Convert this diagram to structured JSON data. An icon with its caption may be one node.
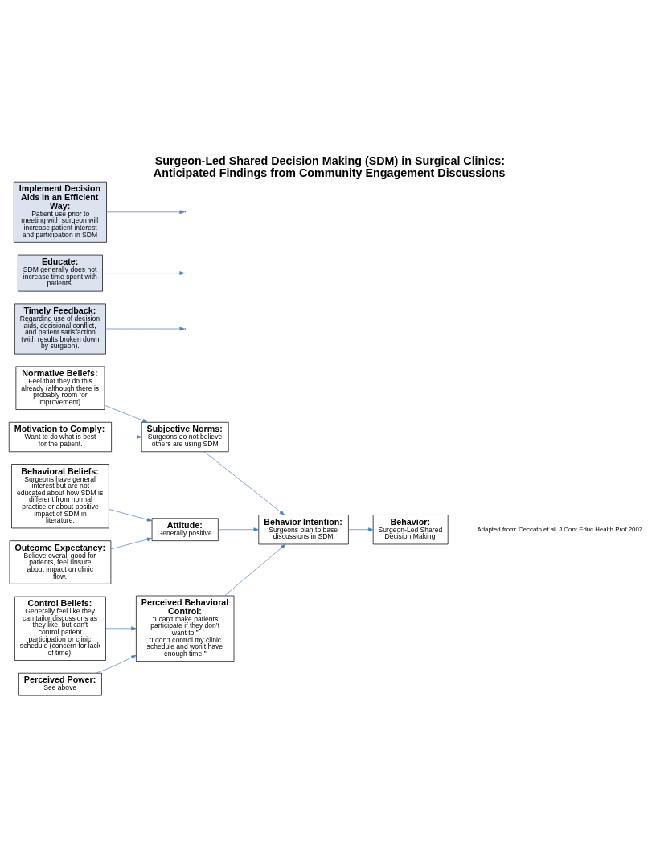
{
  "diagram": {
    "title": "Surgeon-Led Shared Decision Making (SDM) in Surgical Clinics: Anticipated Findings from Community Engagement Discussions",
    "nodes": [
      {
        "text": [
          "Normative Beliefs:",
          "Feel that they do this already (although there is probably room for improvement)."
        ]
      },
      {
        "text": [
          "Motivation to Comply:",
          "Want to do what is best for the patient."
        ]
      },
      {
        "text": [
          "Subjective Norms:",
          "Surgeons do not believe others are using SDM"
        ]
      },
      {
        "text": [
          "Timely Feedback:",
          "Regarding use of decision aids, decisional conflict, and patient satisfaction (with results broken down by surgeon)."
        ]
      },
      {
        "text": [
          "Behavioral Beliefs:",
          "Surgeons have general interest but are not educated about how SDM is different from normal practice or about positive impact of SDM in literature."
        ]
      },
      {
        "text": [
          "Outcome Expectancy:",
          "Believe overall good for patients, feel unsure about impact on clinic flow."
        ]
      },
      {
        "text": [
          "Attitude:",
          "Generally positive"
        ]
      },
      {
        "text": [
          "Behavior Intention:",
          "Surgeons plan to base discussions in SDM"
        ]
      },
      {
        "text": [
          "Behavior:",
          "Surgeon-Led Shared Decision Making"
        ]
      },
      {
        "text": [
          "Control Beliefs:",
          "Generally feel like they can tailor discussions as they like, but can’t control patient participation or clinic schedule (concern for lack of time)."
        ]
      },
      {
        "text": [
          "Perceived Power:",
          "See above"
        ]
      },
      {
        "text": [
          "Perceived Behavioral Control:",
          "“I can’t make patients participate if they don’t want to,”",
          "“I don’t control my clinic schedule and won’t have enough time.”"
        ]
      },
      {
        "text": [
          "Educate:",
          "SDM generally does not increase time spent with patients."
        ]
      },
      {
        "text": [
          "Implement Decision Aids in an Efficient Way:",
          "Patient use prior to meeting with surgeon will increase patient interest and participation in SDM"
        ]
      }
    ],
    "edges": [
      {
        "from": 0,
        "to": 2,
        "arrow": "to"
      },
      {
        "from": 1,
        "to": 2,
        "arrow": "to"
      },
      {
        "from": 2,
        "to": 7,
        "arrow": "to"
      },
      {
        "from": 3,
        "to": null,
        "arrow": "to"
      },
      {
        "from": 4,
        "to": 6,
        "arrow": "to"
      },
      {
        "from": 5,
        "to": 6,
        "arrow": "to"
      },
      {
        "from": 6,
        "to": 7,
        "arrow": "to"
      },
      {
        "from": 7,
        "to": 8,
        "arrow": "to"
      },
      {
        "from": 9,
        "to": 11,
        "arrow": "to"
      },
      {
        "from": 10,
        "to": 11,
        "arrow": "to"
      },
      {
        "from": 11,
        "to": 7,
        "arrow": "to"
      },
      {
        "from": 12,
        "to": null,
        "arrow": "to"
      },
      {
        "from": 13,
        "to": null,
        "arrow": "to"
      }
    ],
    "labels": [
      "Adapted from: Ceccato et al, J Cont Educ Health Prof 2007"
    ]
  }
}
